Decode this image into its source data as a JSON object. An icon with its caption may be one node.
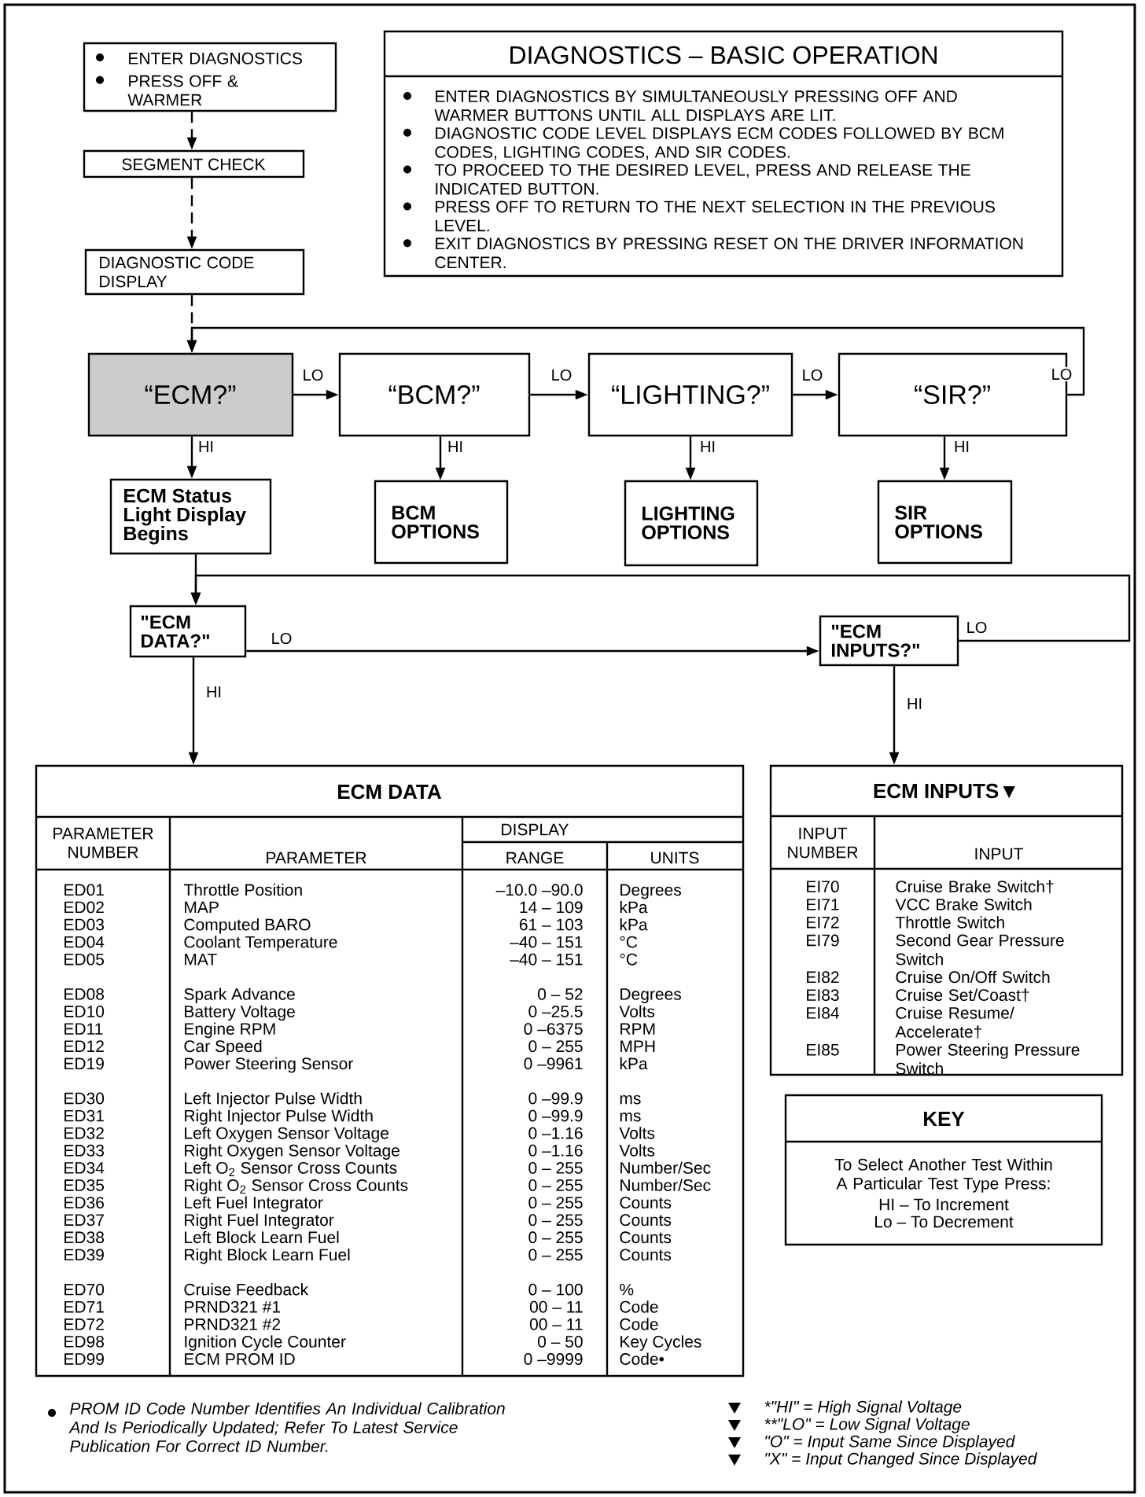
{
  "diagram": {
    "nodes": [
      {
        "text": [
          "ENTER DIAGNOSTICS",
          "PRESS OFF & WARMER"
        ]
      },
      {
        "text": [
          "SEGMENT CHECK"
        ]
      },
      {
        "text": [
          "DIAGNOSTIC CODE DISPLAY"
        ]
      },
      {
        "text": [
          "DIAGNOSTICS – BASIC OPERATION",
          "ENTER DIAGNOSTICS BY SIMULTANEOUSLY PRESSING OFF AND WARMER BUTTONS UNTIL ALL DISPLAYS ARE LIT.",
          "DIAGNOSTIC CODE LEVEL DISPLAYS ECM CODES FOLLOWED BY BCM CODES, LIGHTING CODES, AND SIR CODES.",
          "TO PROCEED TO THE DESIRED LEVEL, PRESS AND RELEASE THE INDICATED BUTTON.",
          "PRESS OFF TO RETURN TO THE NEXT SELECTION IN THE PREVIOUS LEVEL.",
          "EXIT DIAGNOSTICS BY PRESSING RESET ON THE DRIVER INFORMATION CENTER."
        ]
      },
      {
        "text": [
          "“ECM?”"
        ]
      },
      {
        "text": [
          "“BCM?”"
        ]
      },
      {
        "text": [
          "“LIGHTING?”"
        ]
      },
      {
        "text": [
          "“SIR?”"
        ]
      },
      {
        "text": [
          "ECM Status Light Display Begins"
        ]
      },
      {
        "text": [
          "BCM OPTIONS"
        ]
      },
      {
        "text": [
          "LIGHTING OPTIONS"
        ]
      },
      {
        "text": [
          "SIR OPTIONS"
        ]
      },
      {
        "text": [
          "\"ECM DATA?\""
        ]
      },
      {
        "text": [
          "\"ECM INPUTS?\""
        ]
      },
      {
        "text": [
          "ECM DATA",
          "PARAMETER NUMBER",
          "PARAMETER",
          "DISPLAY",
          "RANGE",
          "UNITS",
          "ED01",
          "Throttle Position",
          "–10.0 –90.0",
          "Degrees",
          "ED02",
          "MAP",
          "14 – 109",
          "kPa",
          "ED03",
          "Computed BARO",
          "61 – 103",
          "kPa",
          "ED04",
          "Coolant Temperature",
          "–40 – 151",
          "°C",
          "ED05",
          "MAT",
          "–40 – 151",
          "°C",
          "ED08",
          "Spark Advance",
          "0 – 52",
          "Degrees",
          "ED10",
          "Battery Voltage",
          "0 –25.5",
          "Volts",
          "ED11",
          "Engine RPM",
          "0 –6375",
          "RPM",
          "ED12",
          "Car Speed",
          "0 – 255",
          "MPH",
          "ED19",
          "Power Steering Sensor",
          "0 –9961",
          "kPa",
          "ED30",
          "Left Injector Pulse Width",
          "0 –99.9",
          "ms",
          "ED31",
          "Right Injector Pulse Width",
          "0 –99.9",
          "ms",
          "ED32",
          "Left Oxygen Sensor Voltage",
          "0 –1.16",
          "Volts",
          "ED33",
          "Right Oxygen Sensor Voltage",
          "0 –1.16",
          "Volts",
          "ED34",
          "Left O$_{2}$ Sensor Cross Counts",
          "0 – 255",
          "Number/Sec",
          "ED35",
          "Right O$_{2}$ Sensor Cross Counts",
          "0 – 255",
          "Number/Sec",
          "ED36",
          "Left Fuel Integrator",
          "0 – 255",
          "Counts",
          "ED37",
          "Right Fuel Integrator",
          "0 – 255",
          "Counts",
          "ED38",
          "Left Block Learn Fuel",
          "0 – 255",
          "Counts",
          "ED39",
          "Right Block Learn Fuel",
          "0 – 255",
          "Counts",
          "ED70",
          "Cruise Feedback",
          "0 – 100",
          "%",
          "ED71",
          "PRND321 #1",
          "00 – 11",
          "Code",
          "ED72",
          "PRND321 #2",
          "00 – 11",
          "Code",
          "ED98",
          "Ignition Cycle Counter",
          "0 – 50",
          "Key Cycles",
          "ED99",
          "ECM PROM ID",
          "0 –9999",
          "Code•"
        ]
      },
      {
        "text": [
          "ECM INPUTS▼",
          "INPUT NUMBER",
          "INPUT",
          "EI70",
          "Cruise Brake Switch†",
          "EI71",
          "VCC Brake Switch",
          "EI72",
          "Throttle Switch",
          "EI79",
          "Second Gear Pressure Switch",
          "EI82",
          "Cruise On/Off Switch",
          "EI83",
          "Cruise Set/Coast†",
          "EI84",
          "Cruise Resume/ Accelerate†",
          "EI85",
          "Power Steering Pressure Switch"
        ]
      },
      {
        "text": [
          "KEY",
          "To Select Another Test Within A Particular Test Type Press:",
          "HI – To Increment",
          "Lo – To Decrement"
        ]
      }
    ],
    "edges": [
      {
        "from": 0,
        "to": 1,
        "arrow": "to",
        "style": "dashed"
      },
      {
        "from": 1,
        "to": 2,
        "arrow": "to",
        "style": "dashed"
      },
      {
        "from": 2,
        "to": 4,
        "arrow": "to",
        "style": "dashed"
      },
      {
        "from": 4,
        "to": 5,
        "arrow": "to",
        "label": "LO"
      },
      {
        "from": 5,
        "to": 6,
        "arrow": "to",
        "label": "LO"
      },
      {
        "from": 6,
        "to": 7,
        "arrow": "to",
        "label": "LO"
      },
      {
        "from": 7,
        "to": 4,
        "arrow": "to",
        "label": "LO"
      },
      {
        "from": 4,
        "to": 8,
        "arrow": "to",
        "label": "HI"
      },
      {
        "from": 5,
        "to": 9,
        "arrow": "to",
        "label": "HI"
      },
      {
        "from": 6,
        "to": 10,
        "arrow": "to",
        "label": "HI"
      },
      {
        "from": 7,
        "to": 11,
        "arrow": "to",
        "label": "HI"
      },
      {
        "from": 8,
        "to": 12,
        "arrow": "to"
      },
      {
        "from": 12,
        "to": 13,
        "arrow": "to",
        "label": "LO"
      },
      {
        "from": 13,
        "to": 12,
        "arrow": "to",
        "label": "LO"
      },
      {
        "from": 12,
        "to": 14,
        "arrow": "to",
        "label": "HI"
      },
      {
        "from": 13,
        "to": 15,
        "arrow": "to",
        "label": "HI"
      }
    ],
    "labels": [
      "PROM ID Code Number Identifies An Individual Calibration And Is Periodically Updated; Refer To Latest Service Publication For Correct ID Number.",
      "*\"HI\" = High Signal Voltage",
      "**\"LO\" = Low Signal Voltage",
      "\"O\" = Input Same Since Displayed",
      "\"X\" = Input Changed Since Displayed"
    ]
  }
}
